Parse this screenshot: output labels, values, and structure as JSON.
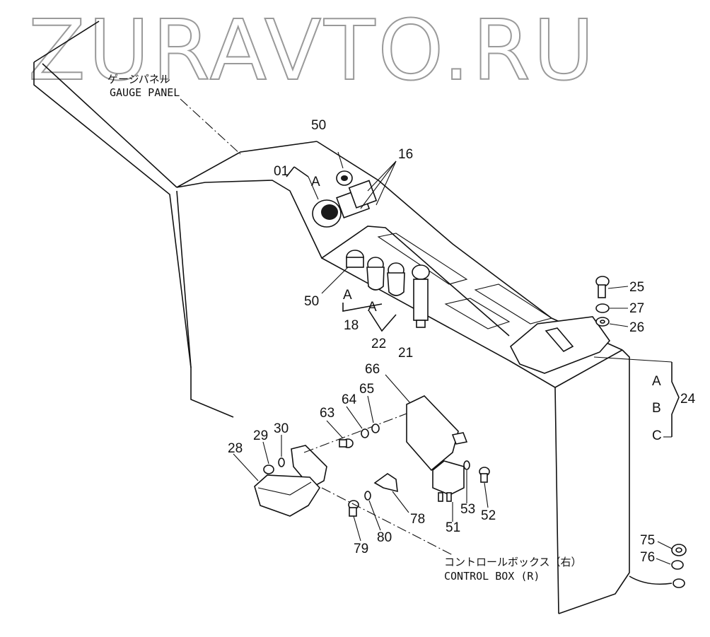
{
  "watermark": "ZURAVTO.RU",
  "gauge_panel": {
    "jp": "ゲージパネル",
    "en": "GAUGE PANEL"
  },
  "control_box": {
    "jp": "コントロールボックス（右）",
    "en": "CONTROL BOX (R)"
  },
  "callouts": {
    "p01": "01",
    "p50a": "50",
    "p16": "16",
    "pA1": "A",
    "p50b": "50",
    "pA2": "A",
    "p18": "18",
    "pA3": "A",
    "p22": "22",
    "p21": "21",
    "p25": "25",
    "p27": "27",
    "p26": "26",
    "p24": "24",
    "p24A": "A",
    "p24B": "B",
    "p24C": "C",
    "p66": "66",
    "p65": "65",
    "p64": "64",
    "p63": "63",
    "p28": "28",
    "p29": "29",
    "p30": "30",
    "p51": "51",
    "p52": "52",
    "p53": "53",
    "p78": "78",
    "p79": "79",
    "p80": "80",
    "p75": "75",
    "p76": "76"
  }
}
